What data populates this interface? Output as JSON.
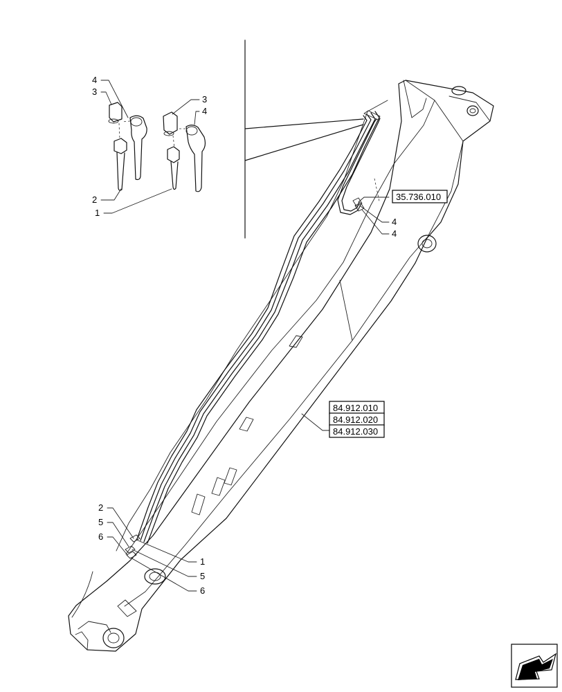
{
  "detail_callouts": {
    "top_left_4": "4",
    "top_left_3": "3",
    "top_right_3": "3",
    "top_right_4": "4",
    "bottom_left_2": "2",
    "bottom_left_1": "1"
  },
  "main_callouts": {
    "hose_right_4_top": "4",
    "hose_right_4_bottom": "4",
    "bottom_left_2": "2",
    "bottom_left_5": "5",
    "bottom_left_6": "6",
    "bottom_right_1": "1",
    "bottom_right_5": "5",
    "bottom_right_6": "6"
  },
  "references": {
    "upper_ref": "35.736.010",
    "lower_refs": [
      "84.912.010",
      "84.912.020",
      "84.912.030"
    ]
  },
  "icons": {
    "nav_arrow": "navigation-arrow-icon"
  }
}
